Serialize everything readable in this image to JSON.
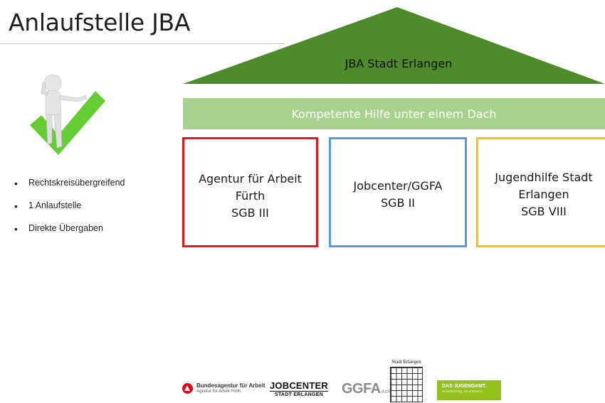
{
  "slide": {
    "title": "Anlaufstelle JBA",
    "roof_label": "JBA Stadt Erlangen",
    "banner": "Kompetente Hilfe unter einem Dach",
    "boxes": [
      {
        "lines": [
          "Agentur für Arbeit",
          "Fürth",
          "SGB III"
        ],
        "border_color": "#e3161b"
      },
      {
        "lines": [
          "Jobcenter/GGFA",
          "SGB II"
        ],
        "border_color": "#5b9bd5"
      },
      {
        "lines": [
          "Jugendhilfe Stadt",
          "Erlangen",
          "SGB VIII"
        ],
        "border_color": "#ffc000"
      }
    ],
    "bullets": [
      "Rechtskreisübergreifend",
      "1 Anlaufstelle",
      "Direkte Übergaben"
    ]
  },
  "colors": {
    "roof": "#4e8b2a",
    "banner": "#a9d18e",
    "checkmark": "#66cc33"
  },
  "icons": {
    "figure": "person-with-checkmark-icon"
  },
  "logos": {
    "bundesagentur": {
      "main": "Bundesagentur für Arbeit",
      "sub": "Agentur für Arbeit Fürth"
    },
    "jobcenter": {
      "main": "JOBCENTER",
      "sub": "STADT ERLANGEN"
    },
    "ggfa": {
      "main": "GGFA",
      "suffix": "AöR"
    },
    "stadt_erlangen": {
      "label": "Stadt Erlangen"
    },
    "jugendamt": {
      "main": "DAS JUGENDAMT.",
      "sub": "Unterstützung, die ankommt."
    }
  }
}
